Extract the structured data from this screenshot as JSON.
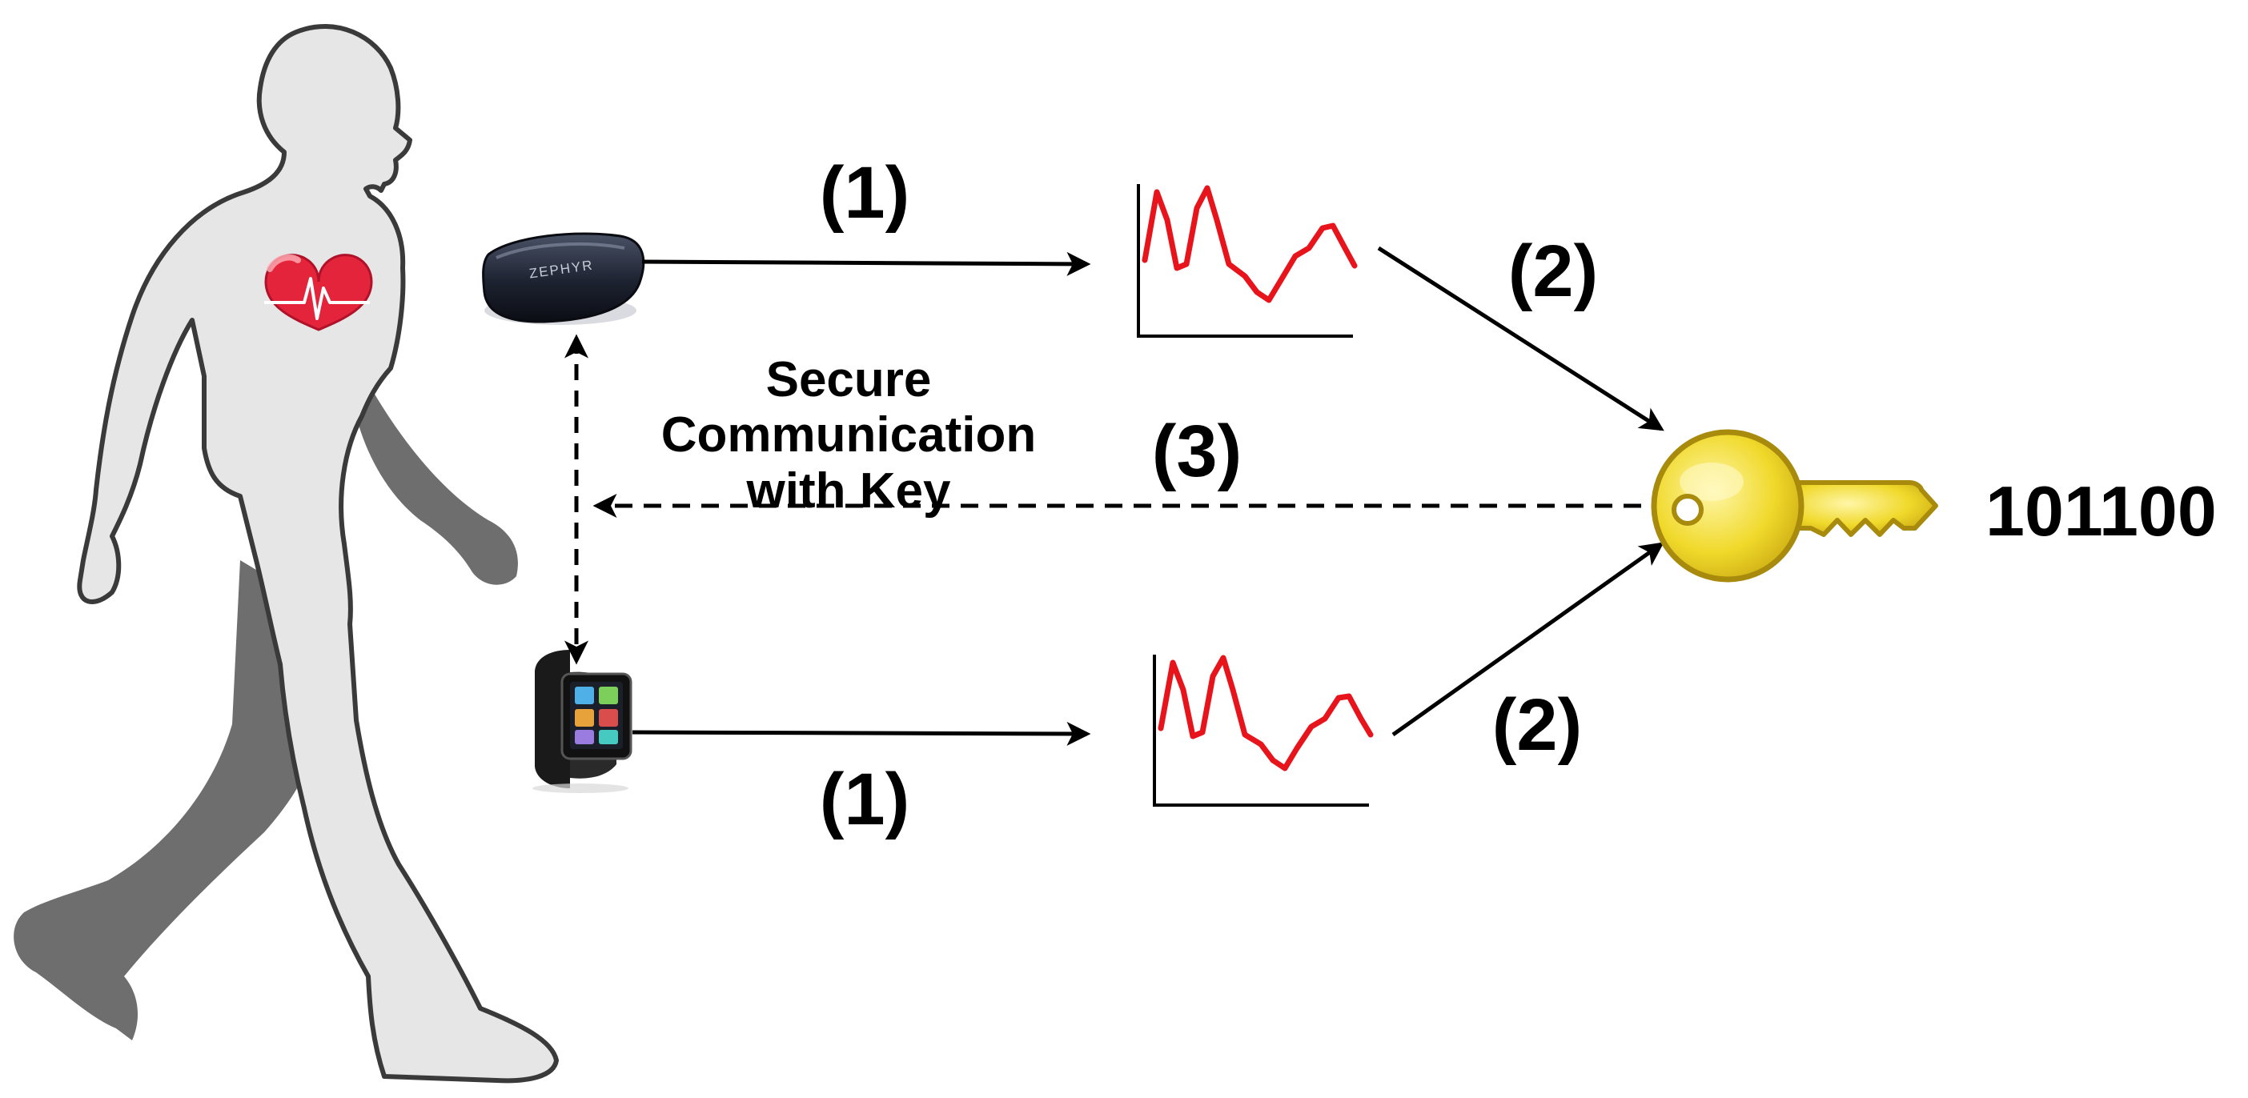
{
  "labels": {
    "step_1_top": "(1)",
    "step_1_bottom": "(1)",
    "step_2_top": "(2)",
    "step_2_bottom": "(2)",
    "step_3": "(3)",
    "secure_line1": "Secure",
    "secure_line2": "Communication",
    "secure_line3": "with Key",
    "key_code": "101100"
  },
  "devices": {
    "chest_strap_brand": "ZEPHYR"
  },
  "icons": [
    "walking-person-icon",
    "heart-icon",
    "chest-strap-sensor-icon",
    "smartwatch-icon",
    "signal-plot-icon",
    "key-icon"
  ],
  "colors": {
    "signal": "#e8141b",
    "heart": "#e3243b",
    "key_fill": "#f2df3a",
    "key_outline": "#a88a0c",
    "person_light": "#e6e6e6",
    "person_dark": "#6e6e6e",
    "arrow": "#000000"
  }
}
